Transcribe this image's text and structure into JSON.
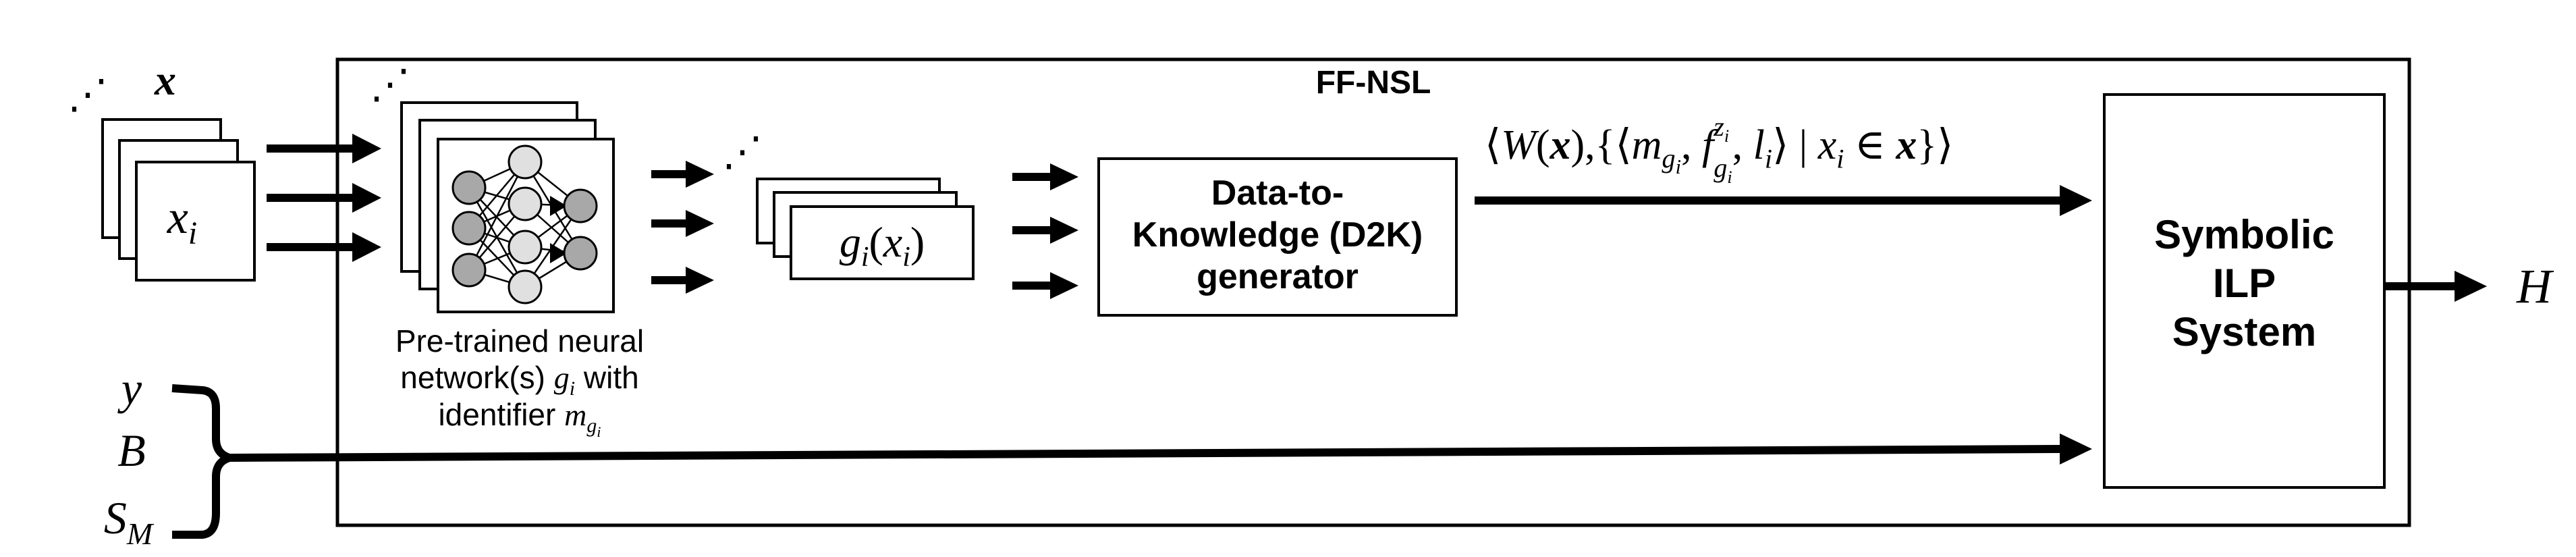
{
  "container": {
    "title": "FF-NSL"
  },
  "input": {
    "set_label": "x",
    "item_label": "x",
    "item_subscript": "i"
  },
  "network": {
    "caption_line1": "Pre-trained neural",
    "caption_line2_prefix": "network(s) ",
    "caption_line2_math": "g",
    "caption_line2_sub": "i",
    "caption_line2_suffix": " with",
    "caption_line3_prefix": "identifier ",
    "caption_line3_math": "m",
    "caption_line3_sub": "g",
    "caption_line3_subsub": "i"
  },
  "outputs": {
    "label_g": "g",
    "label_sub": "i",
    "label_arg": "x",
    "label_arg_sub": "i"
  },
  "d2k": {
    "line1": "Data-to-",
    "line2": "Knowledge (D2K)",
    "line3": "generator"
  },
  "ilp": {
    "line1": "Symbolic",
    "line2": "ILP",
    "line3": "System"
  },
  "knowledge_expression": {
    "langle": "⟨",
    "W": "W",
    "paren_open": "(",
    "x": "x",
    "paren_close_comma": "),",
    "brace_open": "{",
    "inner_langle": "⟨",
    "m": "m",
    "m_sub": "g",
    "m_subsub": "i",
    "comma1": ",",
    "f": "f",
    "f_sup": "z",
    "f_supsub": "i",
    "f_sub": "g",
    "f_subsub": "i",
    "comma2": ",",
    "l": "l",
    "l_sub": "i",
    "inner_rangle": "⟩",
    "bar": "|",
    "xi": "x",
    "xi_sub": "i",
    "in": "∈",
    "x2": "x",
    "brace_close": "}",
    "rangle": "⟩"
  },
  "side_inputs": {
    "y": "y",
    "B": "B",
    "S": "S",
    "S_sub": "M"
  },
  "output": {
    "H": "H"
  },
  "ellipsis": "⋰"
}
